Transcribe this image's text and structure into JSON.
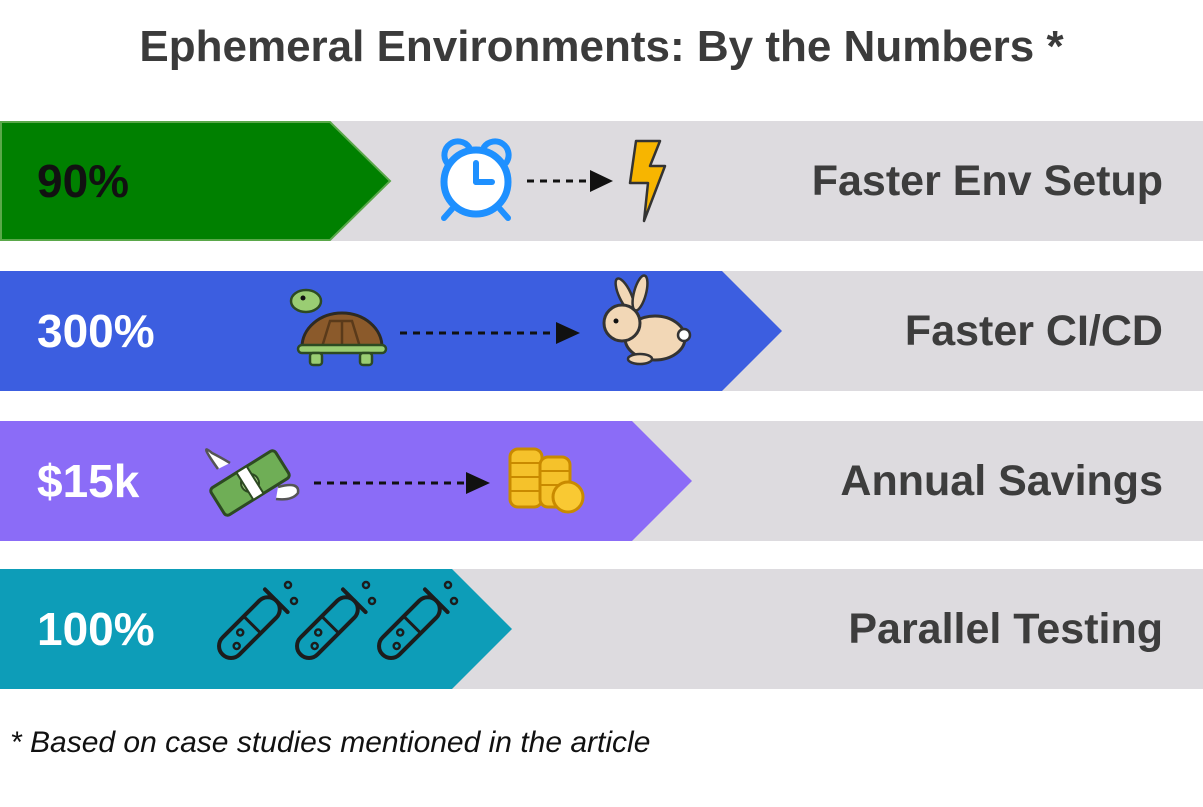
{
  "title": "Ephemeral Environments: By the Numbers *",
  "footnote": "* Based on case studies mentioned in the article",
  "rows": [
    {
      "value": "90%",
      "label": "Faster Env Setup",
      "color": "#008000",
      "icons": [
        "alarm-clock",
        "arrow",
        "lightning-bolt"
      ]
    },
    {
      "value": "300%",
      "label": "Faster CI/CD",
      "color": "#3c5ee0",
      "icons": [
        "turtle",
        "arrow",
        "rabbit"
      ]
    },
    {
      "value": "$15k",
      "label": "Annual Savings",
      "color": "#8b6cf7",
      "icons": [
        "money-with-wings",
        "arrow",
        "coin-stacks"
      ]
    },
    {
      "value": "100%",
      "label": "Parallel Testing",
      "color": "#0d9db8",
      "icons": [
        "test-tube",
        "test-tube",
        "test-tube"
      ]
    }
  ],
  "colors": {
    "track": "#dddbdf",
    "title_text": "#3b3b3b",
    "label_text": "#3d3d3d"
  }
}
